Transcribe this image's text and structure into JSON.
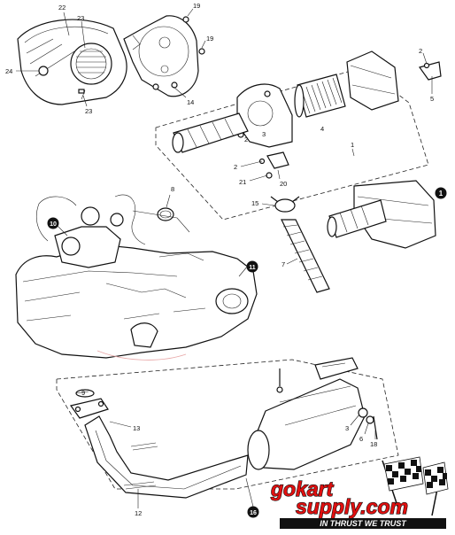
{
  "callouts": {
    "c22": "22",
    "c23a": "23",
    "c24": "24",
    "c23b": "23",
    "c19a": "19",
    "c19b": "19",
    "c14": "14",
    "c2a": "2",
    "c5": "5",
    "c4": "4",
    "c2b": "2",
    "c3a": "3",
    "c1": "1",
    "c2c": "2",
    "c21": "21",
    "c20": "20",
    "c8": "8",
    "c15": "15",
    "c7": "7",
    "c10": "10",
    "c11": "11",
    "c9": "9",
    "c13": "13",
    "c12": "12",
    "c3b": "3",
    "c6": "6",
    "c18": "18",
    "c16": "16"
  },
  "logo": {
    "brand": "gokartsupply.com",
    "brand_part1": "gokart",
    "brand_part2": "supply.com",
    "tagline": "IN THRUST WE TRUST",
    "colors": {
      "red": "#e01010",
      "dark": "#111111"
    }
  }
}
